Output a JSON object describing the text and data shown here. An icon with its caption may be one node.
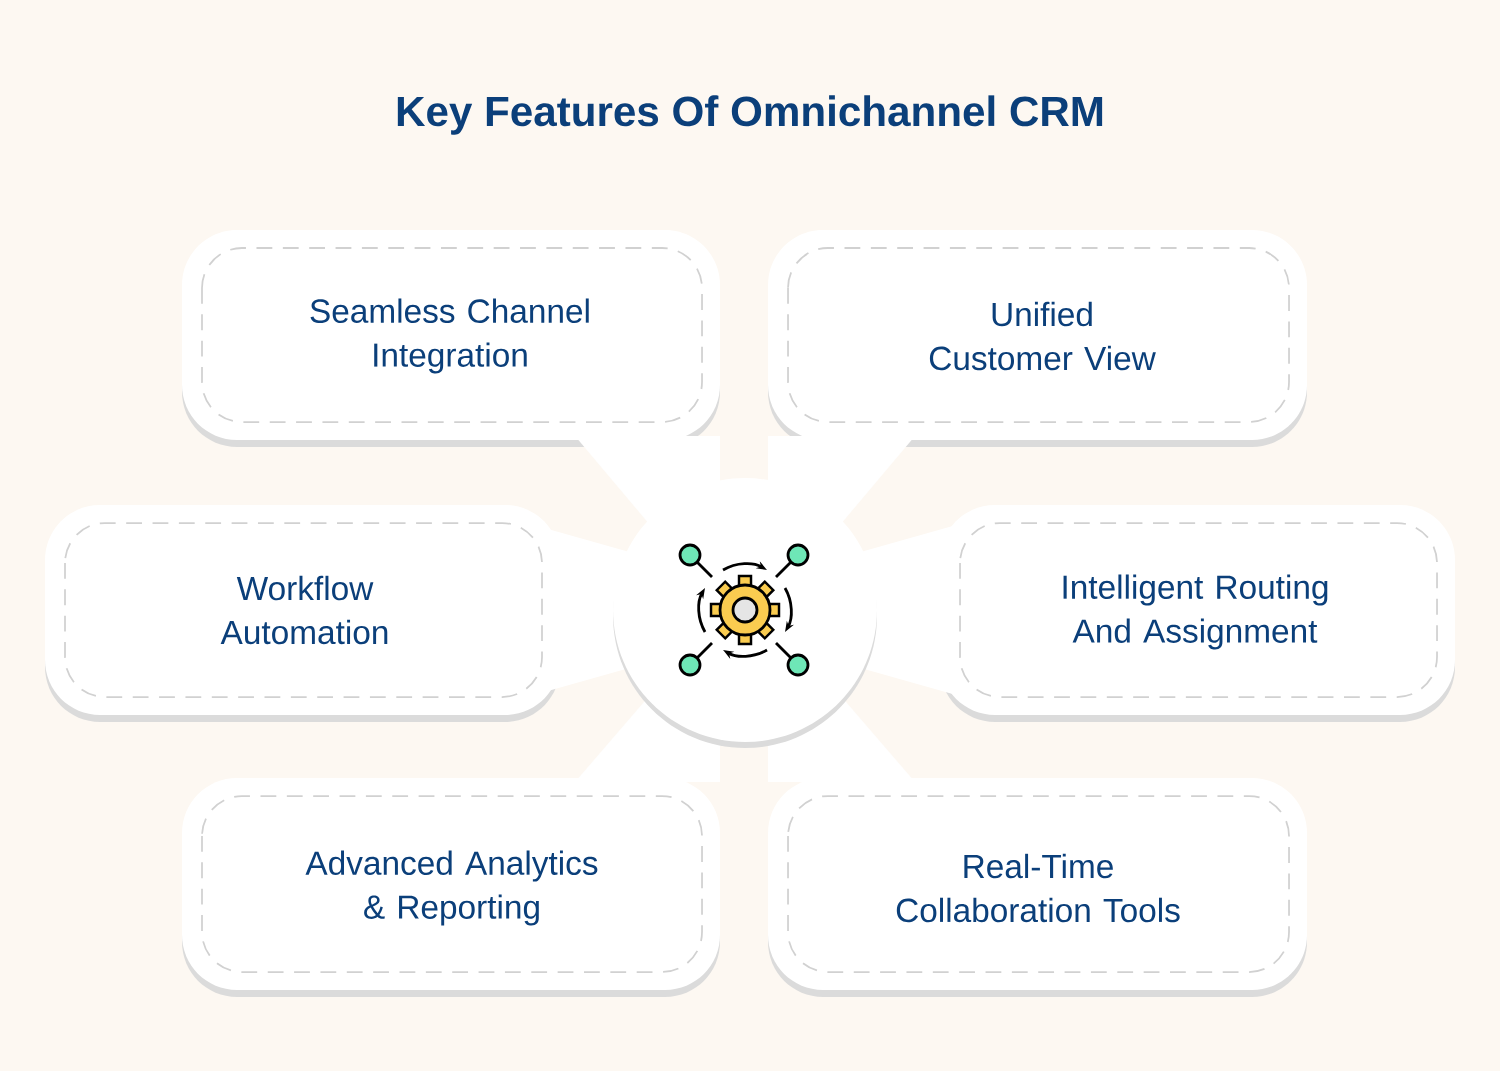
{
  "diagram": {
    "title": "Key Features Of Omnichannel CRM",
    "nodes": [
      {
        "text": [
          "Seamless Channel Integration"
        ]
      },
      {
        "text": [
          "Unified Customer View"
        ]
      },
      {
        "text": [
          "Workflow Automation"
        ]
      },
      {
        "text": [],
        "shape": "circle"
      },
      {
        "text": [
          "Intelligent Routing And Assignment"
        ]
      },
      {
        "text": [
          "Advanced Analytics & Reporting"
        ]
      },
      {
        "text": [
          "Real-Time Collaboration Tools"
        ]
      }
    ]
  }
}
